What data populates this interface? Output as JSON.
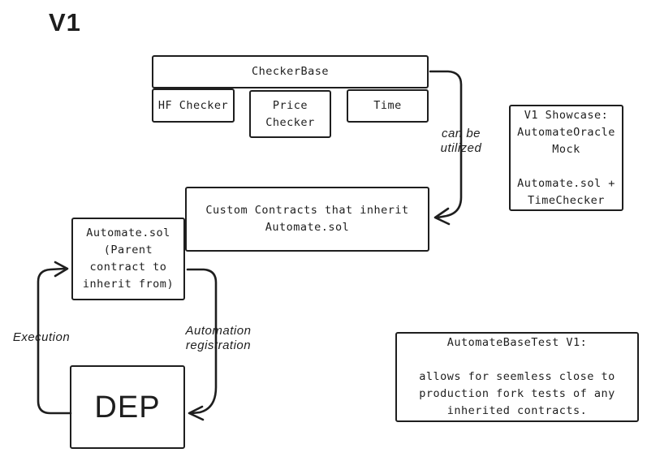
{
  "title": "V1",
  "colors": {
    "ink": "#1e1e1e",
    "background": "#ffffff"
  },
  "boxes": {
    "checker_base": {
      "label": "CheckerBase"
    },
    "hf_checker": {
      "label": "HF Checker"
    },
    "price_checker": {
      "label": "Price\nChecker"
    },
    "time": {
      "label": "Time"
    },
    "showcase": {
      "label": "V1 Showcase:\nAutomateOracle\nMock\n\nAutomate.sol +\nTimeChecker"
    },
    "custom_contracts": {
      "label": "Custom Contracts that inherit\nAutomate.sol"
    },
    "automate_sol": {
      "label": "Automate.sol\n(Parent\ncontract to\ninherit from)"
    },
    "dep": {
      "label": "DEP"
    },
    "automate_base_test": {
      "label": "AutomateBaseTest V1:\n\nallows for seemless close to\nproduction fork tests of any\ninherited contracts."
    }
  },
  "arrow_labels": {
    "can_be_utilized": "can be\nutilized",
    "execution": "Execution",
    "automation_registration": "Automation\nregistration"
  }
}
